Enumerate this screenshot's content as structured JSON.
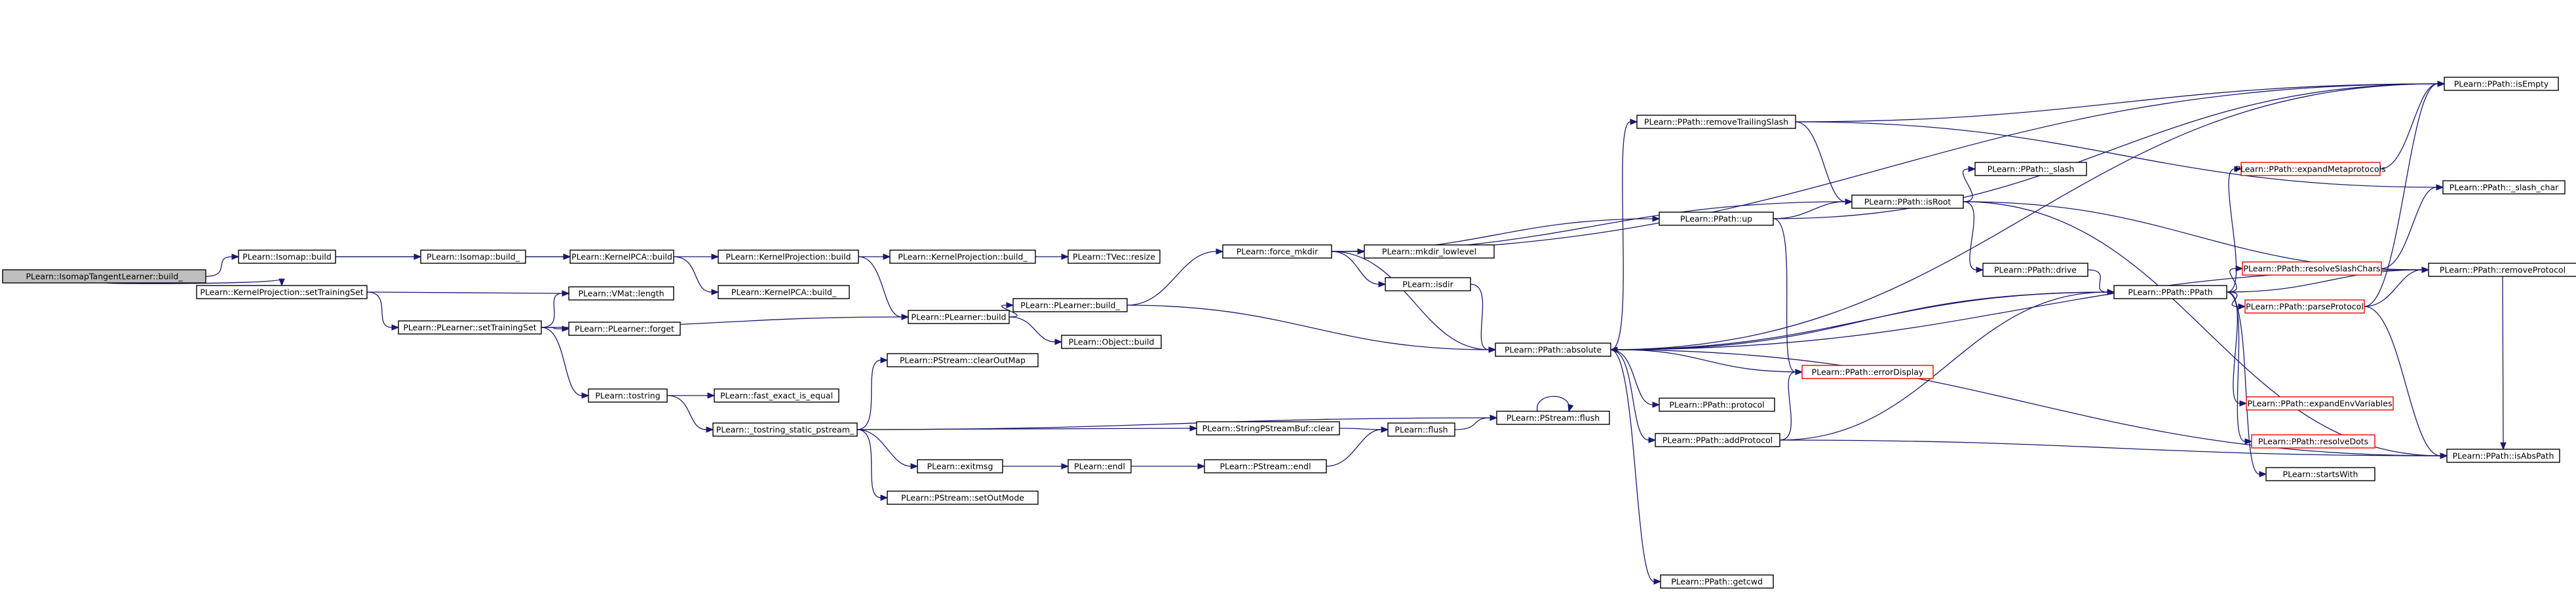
{
  "graph": {
    "colors": {
      "edge": "#191970",
      "node_border": "#000000",
      "node_border_truncated": "#ff0000",
      "node_fill": "#ffffff",
      "root_fill": "#bfbfbf",
      "text": "#000000"
    },
    "nodes": [
      {
        "id": "n0",
        "label": "PLearn::IsomapTangentLearner::build_",
        "root": true
      },
      {
        "id": "n1",
        "label": "PLearn::Isomap::build"
      },
      {
        "id": "n2",
        "label": "PLearn::KernelProjection::setTrainingSet"
      },
      {
        "id": "n3",
        "label": "PLearn::Isomap::build_"
      },
      {
        "id": "n4",
        "label": "PLearn::KernelPCA::build"
      },
      {
        "id": "n5",
        "label": "PLearn::VMat::length"
      },
      {
        "id": "n6",
        "label": "PLearn::PLearner::setTrainingSet"
      },
      {
        "id": "n7",
        "label": "PLearn::PLearner::forget"
      },
      {
        "id": "n8",
        "label": "PLearn::KernelProjection::build"
      },
      {
        "id": "n9",
        "label": "PLearn::KernelPCA::build_"
      },
      {
        "id": "n10",
        "label": "PLearn::KernelProjection::build_"
      },
      {
        "id": "n11",
        "label": "PLearn::TVec::resize"
      },
      {
        "id": "n12",
        "label": "PLearn::PLearner::build"
      },
      {
        "id": "n13",
        "label": "PLearn::PLearner::build_"
      },
      {
        "id": "n14",
        "label": "PLearn::Object::build"
      },
      {
        "id": "n15",
        "label": "PLearn::tostring"
      },
      {
        "id": "n16",
        "label": "PLearn::fast_exact_is_equal"
      },
      {
        "id": "n17",
        "label": "PLearn::_tostring_static_pstream_"
      },
      {
        "id": "n18",
        "label": "PLearn::PStream::clearOutMap"
      },
      {
        "id": "n19",
        "label": "PLearn::exitmsg"
      },
      {
        "id": "n20",
        "label": "PLearn::PStream::setOutMode"
      },
      {
        "id": "n21",
        "label": "PLearn::endl"
      },
      {
        "id": "n22",
        "label": "PLearn::PStream::endl"
      },
      {
        "id": "n23",
        "label": "PLearn::StringPStreamBuf::clear"
      },
      {
        "id": "n24",
        "label": "PLearn::flush"
      },
      {
        "id": "n25",
        "label": "PLearn::PStream::flush"
      },
      {
        "id": "n26",
        "label": "PLearn::force_mkdir"
      },
      {
        "id": "n27",
        "label": "PLearn::mkdir_lowlevel"
      },
      {
        "id": "n28",
        "label": "PLearn::isdir"
      },
      {
        "id": "n29",
        "label": "PLearn::PPath::absolute"
      },
      {
        "id": "n30",
        "label": "PLearn::PPath::removeTrailingSlash"
      },
      {
        "id": "n31",
        "label": "PLearn::PPath::up"
      },
      {
        "id": "n32",
        "label": "PLearn::PPath::protocol"
      },
      {
        "id": "n33",
        "label": "PLearn::PPath::addProtocol"
      },
      {
        "id": "n34",
        "label": "PLearn::PPath::getcwd"
      },
      {
        "id": "n35",
        "label": "PLearn::PPath::errorDisplay",
        "truncated": true
      },
      {
        "id": "n36",
        "label": "PLearn::PPath::isRoot"
      },
      {
        "id": "n37",
        "label": "PLearn::PPath::_slash"
      },
      {
        "id": "n38",
        "label": "PLearn::PPath::drive"
      },
      {
        "id": "n39",
        "label": "PLearn::PPath::PPath"
      },
      {
        "id": "n40",
        "label": "PLearn::PPath::expandMetaprotocols",
        "truncated": true
      },
      {
        "id": "n41",
        "label": "PLearn::PPath::resolveSlashChars",
        "truncated": true
      },
      {
        "id": "n42",
        "label": "PLearn::PPath::parseProtocol",
        "truncated": true
      },
      {
        "id": "n43",
        "label": "PLearn::PPath::expandEnvVariables",
        "truncated": true
      },
      {
        "id": "n44",
        "label": "PLearn::PPath::resolveDots",
        "truncated": true
      },
      {
        "id": "n45",
        "label": "PLearn::startsWith"
      },
      {
        "id": "n46",
        "label": "PLearn::PPath::isEmpty"
      },
      {
        "id": "n47",
        "label": "PLearn::PPath::_slash_char"
      },
      {
        "id": "n48",
        "label": "PLearn::PPath::removeProtocol"
      },
      {
        "id": "n49",
        "label": "PLearn::PPath::isAbsPath"
      }
    ],
    "edges": [
      [
        "n0",
        "n1"
      ],
      [
        "n0",
        "n2"
      ],
      [
        "n1",
        "n3"
      ],
      [
        "n1",
        "n4"
      ],
      [
        "n3",
        "n4"
      ],
      [
        "n2",
        "n5"
      ],
      [
        "n2",
        "n6"
      ],
      [
        "n6",
        "n5"
      ],
      [
        "n6",
        "n7"
      ],
      [
        "n6",
        "n12"
      ],
      [
        "n6",
        "n15"
      ],
      [
        "n4",
        "n8"
      ],
      [
        "n4",
        "n9"
      ],
      [
        "n8",
        "n10"
      ],
      [
        "n8",
        "n12"
      ],
      [
        "n10",
        "n11"
      ],
      [
        "n12",
        "n13"
      ],
      [
        "n12",
        "n14"
      ],
      [
        "n13",
        "n26"
      ],
      [
        "n13",
        "n29"
      ],
      [
        "n15",
        "n16"
      ],
      [
        "n15",
        "n17"
      ],
      [
        "n17",
        "n18"
      ],
      [
        "n17",
        "n25"
      ],
      [
        "n17",
        "n23"
      ],
      [
        "n17",
        "n19"
      ],
      [
        "n17",
        "n20"
      ],
      [
        "n19",
        "n21"
      ],
      [
        "n21",
        "n22"
      ],
      [
        "n22",
        "n24"
      ],
      [
        "n23",
        "n24"
      ],
      [
        "n24",
        "n25"
      ],
      [
        "n25",
        "n25"
      ],
      [
        "n26",
        "n46"
      ],
      [
        "n26",
        "n27"
      ],
      [
        "n26",
        "n28"
      ],
      [
        "n26",
        "n29"
      ],
      [
        "n26",
        "n31"
      ],
      [
        "n26",
        "n36"
      ],
      [
        "n28",
        "n29"
      ],
      [
        "n29",
        "n30"
      ],
      [
        "n29",
        "n46"
      ],
      [
        "n29",
        "n48"
      ],
      [
        "n29",
        "n49"
      ],
      [
        "n29",
        "n32"
      ],
      [
        "n29",
        "n33"
      ],
      [
        "n29",
        "n34"
      ],
      [
        "n29",
        "n39"
      ],
      [
        "n30",
        "n46"
      ],
      [
        "n30",
        "n36"
      ],
      [
        "n30",
        "n47"
      ],
      [
        "n31",
        "n36"
      ],
      [
        "n31",
        "n46"
      ],
      [
        "n31",
        "n35"
      ],
      [
        "n36",
        "n37"
      ],
      [
        "n36",
        "n38"
      ],
      [
        "n36",
        "n48"
      ],
      [
        "n36",
        "n49"
      ],
      [
        "n38",
        "n39"
      ],
      [
        "n35",
        "n29"
      ],
      [
        "n33",
        "n35"
      ],
      [
        "n33",
        "n39"
      ],
      [
        "n33",
        "n49"
      ],
      [
        "n39",
        "n29"
      ],
      [
        "n39",
        "n40"
      ],
      [
        "n39",
        "n41"
      ],
      [
        "n39",
        "n42"
      ],
      [
        "n39",
        "n43"
      ],
      [
        "n39",
        "n44"
      ],
      [
        "n39",
        "n45"
      ],
      [
        "n39",
        "n48"
      ],
      [
        "n40",
        "n46"
      ],
      [
        "n41",
        "n47"
      ],
      [
        "n42",
        "n46"
      ],
      [
        "n42",
        "n48"
      ],
      [
        "n42",
        "n49"
      ],
      [
        "n48",
        "n49"
      ]
    ]
  }
}
